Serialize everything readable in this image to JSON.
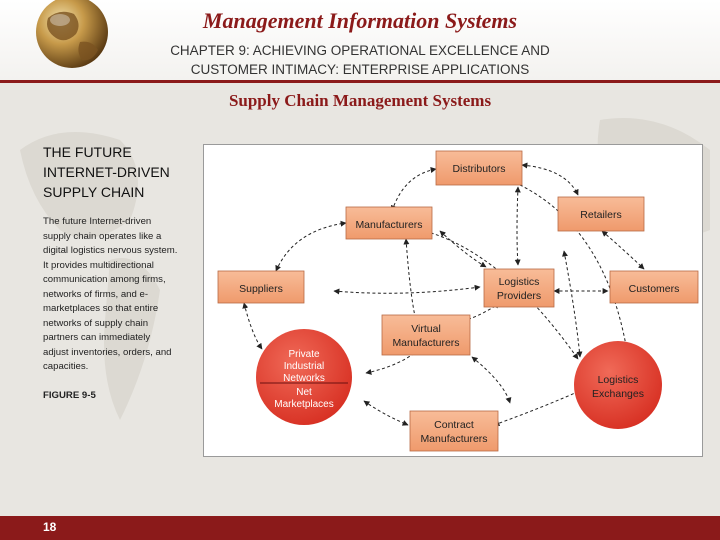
{
  "header": {
    "title": "Management Information Systems",
    "subtitle_line1": "CHAPTER 9: ACHIEVING OPERATIONAL EXCELLENCE AND",
    "subtitle_line2": "CUSTOMER INTIMACY: ENTERPRISE APPLICATIONS"
  },
  "slide": {
    "title": "Supply Chain Management Systems",
    "heading_lines": [
      "THE FUTURE",
      "INTERNET-DRIVEN",
      "SUPPLY CHAIN"
    ],
    "body_lines": [
      "The future Internet-driven",
      "supply chain operates like a",
      "digital logistics nervous system.",
      "It provides multidirectional",
      "communication among firms,",
      "networks of firms, and e-",
      "marketplaces so that entire",
      "networks of supply chain",
      "partners can immediately",
      "adjust inventories, orders, and",
      "capacities."
    ],
    "figure_label": "FIGURE 9-5",
    "page_number": "18"
  },
  "diagram": {
    "distributors": "Distributors",
    "retailers": "Retailers",
    "manufacturers": "Manufacturers",
    "suppliers": "Suppliers",
    "logistics_providers_1": "Logistics",
    "logistics_providers_2": "Providers",
    "customers": "Customers",
    "virtual_1": "Virtual",
    "virtual_2": "Manufacturers",
    "contract_1": "Contract",
    "contract_2": "Manufacturers",
    "pin_1": "Private",
    "pin_2": "Industrial",
    "pin_3": "Networks",
    "net_1": "Net",
    "net_2": "Marketplaces",
    "exchanges_1": "Logistics",
    "exchanges_2": "Exchanges"
  },
  "colors": {
    "brand": "#8b1a1a",
    "box_fill": "#f4a77f",
    "circle_fill": "#e83d2f"
  }
}
